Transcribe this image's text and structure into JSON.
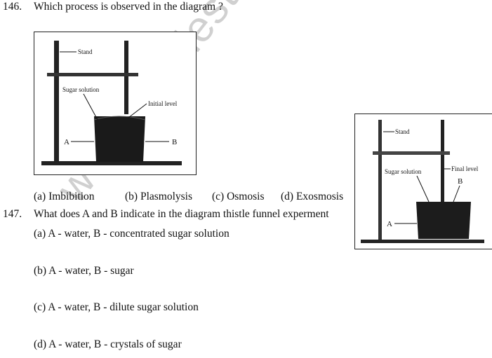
{
  "q146": {
    "number": "146.",
    "text": "Which process is observed in the diagram ?",
    "figure": {
      "stand": "Stand",
      "sugar": "Sugar solution",
      "initial": "Initial level",
      "a": "A",
      "b": "B"
    },
    "options": [
      "(a) Imbibition",
      "(b) Plasmolysis",
      "(c) Osmosis",
      "(d) Exosmosis"
    ]
  },
  "q147": {
    "number": "147.",
    "text": "What does A and B indicate in the diagram thistle funnel experment",
    "figure": {
      "stand": "Stand",
      "sugar": "Sugar solution",
      "final": "Final level",
      "a": "A",
      "b": "B"
    },
    "options": [
      "(a) A - water, B - concentrated sugar solution",
      "(b) A - water, B - sugar",
      "(c) A - water, B - dilute sugar solution",
      "(d) A - water, B - crystals of sugar"
    ]
  },
  "watermark": "www.studiestoday.com"
}
